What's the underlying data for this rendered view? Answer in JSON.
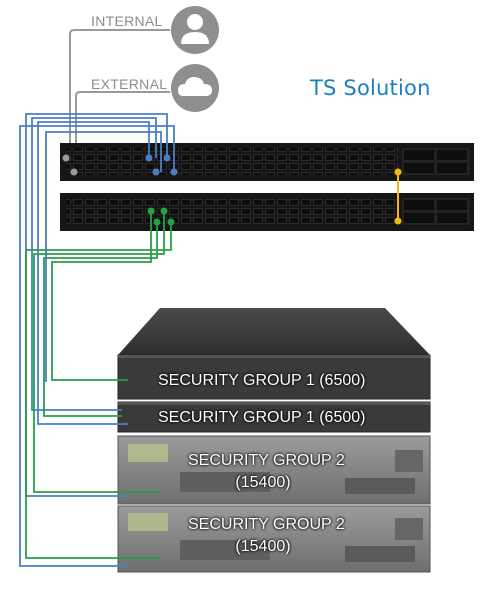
{
  "labels": {
    "internal": "INTERNAL",
    "external": "EXTERNAL"
  },
  "brand": {
    "logo_text": "TS Solution",
    "color": "#1b7fc4"
  },
  "icons": {
    "internal": "user-icon",
    "external": "cloud-icon"
  },
  "devices": [
    {
      "line1": "SECURITY GROUP 1 (6500)",
      "line2": ""
    },
    {
      "line1": "SECURITY GROUP 1 (6500)",
      "line2": ""
    },
    {
      "line1": "SECURITY GROUP 2",
      "line2": "(15400)"
    },
    {
      "line1": "SECURITY GROUP 2",
      "line2": "(15400)"
    }
  ],
  "colors": {
    "uplink": "#9a9a9a",
    "blue_link": "#4a7fc4",
    "green_link": "#27a046",
    "sync_link": "#f3b51b",
    "switch_body": "#161616",
    "appliance_small": "#3a3a3a",
    "appliance_large": "#8a8a8a"
  }
}
